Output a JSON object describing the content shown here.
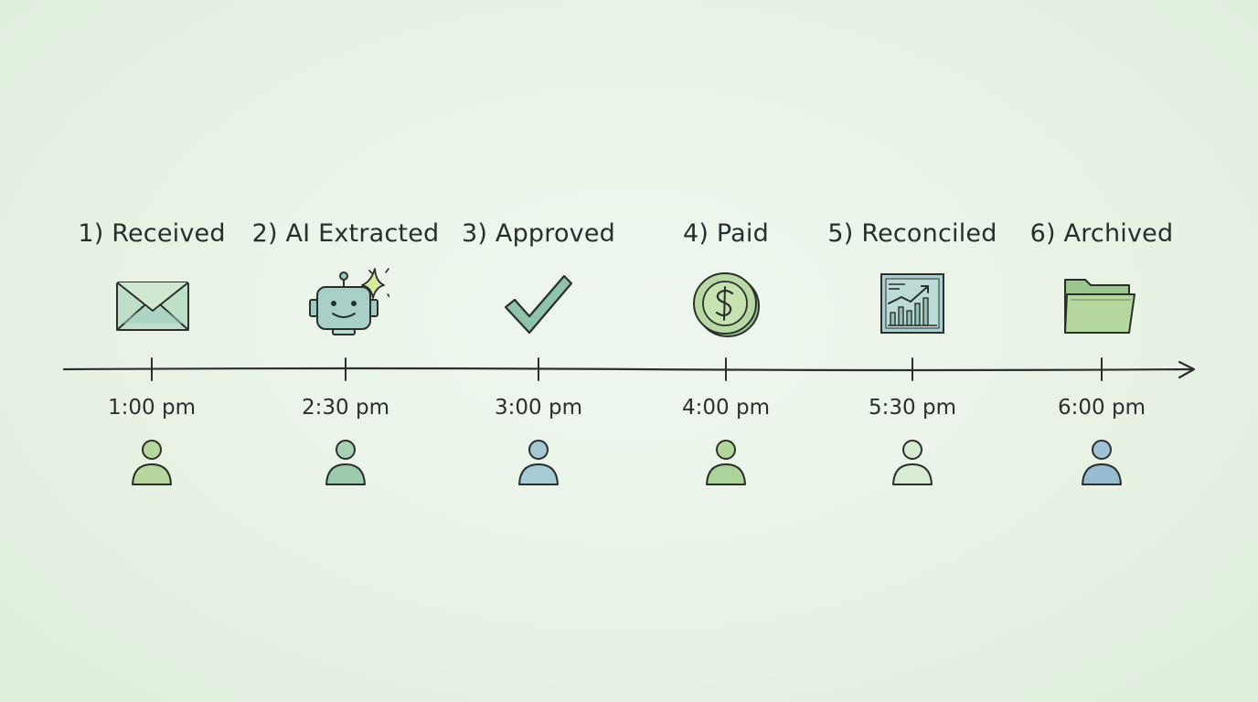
{
  "steps": [
    {
      "label": "1) Received",
      "time": "1:00 pm",
      "icon": "envelope-icon"
    },
    {
      "label": "2) AI Extracted",
      "time": "2:30 pm",
      "icon": "robot-sparkle-icon"
    },
    {
      "label": "3) Approved",
      "time": "3:00 pm",
      "icon": "checkmark-icon"
    },
    {
      "label": "4) Paid",
      "time": "4:00 pm",
      "icon": "dollar-coin-icon"
    },
    {
      "label": "5) Reconciled",
      "time": "5:30 pm",
      "icon": "bar-chart-icon"
    },
    {
      "label": "6) Archived",
      "time": "6:00 pm",
      "icon": "folder-icon"
    }
  ],
  "colors": {
    "background": "#e9f4e7",
    "ink": "#2a2f2b",
    "green_wash": "#a9cf9c",
    "teal_wash": "#9ccbc0",
    "blue_wash": "#9fc2d6"
  }
}
